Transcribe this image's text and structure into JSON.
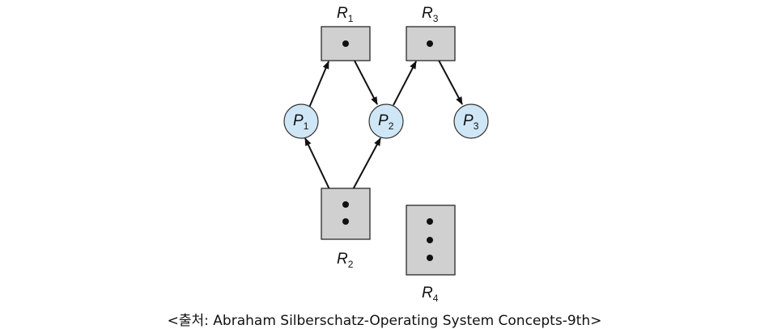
{
  "diagram": {
    "resources": [
      {
        "id": "R1",
        "letter": "R",
        "sub": "1",
        "instances": 1
      },
      {
        "id": "R2",
        "letter": "R",
        "sub": "2",
        "instances": 2
      },
      {
        "id": "R3",
        "letter": "R",
        "sub": "3",
        "instances": 1
      },
      {
        "id": "R4",
        "letter": "R",
        "sub": "4",
        "instances": 3
      }
    ],
    "processes": [
      {
        "id": "P1",
        "letter": "P",
        "sub": "1"
      },
      {
        "id": "P2",
        "letter": "P",
        "sub": "2"
      },
      {
        "id": "P3",
        "letter": "P",
        "sub": "3"
      }
    ],
    "edges": [
      {
        "from": "P1",
        "to": "R1",
        "type": "request"
      },
      {
        "from": "R1",
        "to": "P2",
        "type": "assignment"
      },
      {
        "from": "P2",
        "to": "R3",
        "type": "request"
      },
      {
        "from": "R3",
        "to": "P3",
        "type": "assignment"
      },
      {
        "from": "R2",
        "to": "P1",
        "type": "assignment"
      },
      {
        "from": "R2",
        "to": "P2",
        "type": "assignment"
      }
    ],
    "colors": {
      "resource_fill": "#d0d0d0",
      "process_fill": "#cfe6f7",
      "stroke": "#111111"
    }
  },
  "caption": "<출처: Abraham Silberschatz-Operating System Concepts-9th>"
}
